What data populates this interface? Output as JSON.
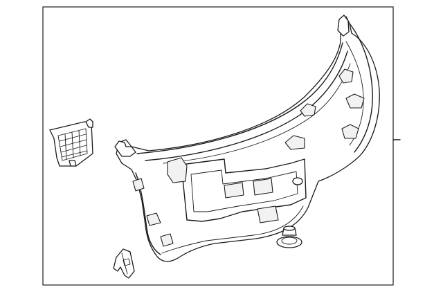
{
  "diagram": {
    "parts": [
      {
        "id": "trim-panel",
        "name": "liftgate-trim-panel"
      },
      {
        "id": "vent-grille",
        "name": "vent-grille"
      },
      {
        "id": "retainer-bracket",
        "name": "retainer-bracket"
      },
      {
        "id": "push-clip",
        "name": "push-clip"
      }
    ],
    "callout_lines": 1,
    "colors": {
      "line": "#1a1a1a",
      "background": "#ffffff"
    }
  }
}
